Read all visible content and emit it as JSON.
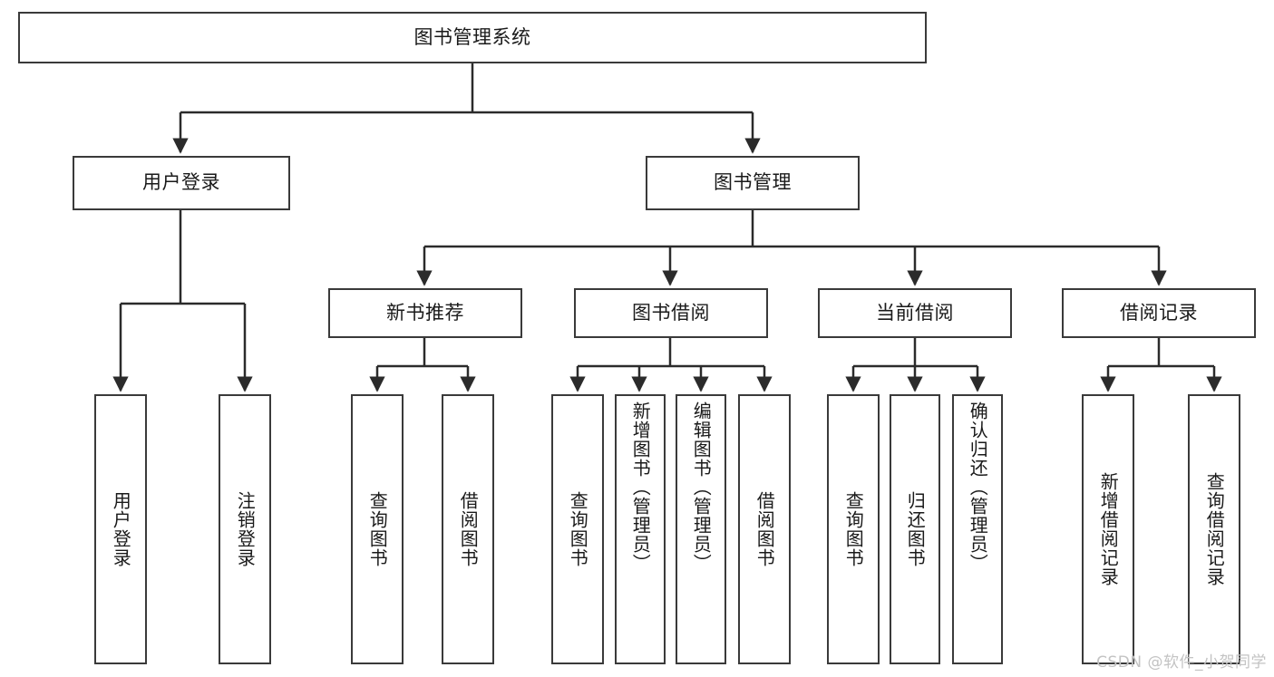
{
  "diagram": {
    "type": "hierarchy-tree",
    "title": "图书管理系统",
    "colors": {
      "border": "#3a3a3a",
      "background": "#ffffff",
      "text": "#1a1a1a",
      "watermark": "#c3c3c3"
    },
    "levels": {
      "root": {
        "label": "图书管理系统"
      },
      "level2": [
        {
          "label": "用户登录"
        },
        {
          "label": "图书管理"
        }
      ],
      "level3": [
        {
          "label": "新书推荐"
        },
        {
          "label": "图书借阅"
        },
        {
          "label": "当前借阅"
        },
        {
          "label": "借阅记录"
        }
      ],
      "leaves": {
        "user_login": [
          {
            "label": "用户登录"
          },
          {
            "label": "注销登录"
          }
        ],
        "new_book_recommend": [
          {
            "label": "查询图书"
          },
          {
            "label": "借阅图书"
          }
        ],
        "book_borrow": [
          {
            "label": "查询图书"
          },
          {
            "label": "新增图书（管理员）"
          },
          {
            "label": "编辑图书（管理员）"
          },
          {
            "label": "借阅图书"
          }
        ],
        "current_borrow": [
          {
            "label": "查询图书"
          },
          {
            "label": "归还图书"
          },
          {
            "label": "确认归还（管理员）"
          }
        ],
        "borrow_record": [
          {
            "label": "新增借阅记录"
          },
          {
            "label": "查询借阅记录"
          }
        ]
      }
    }
  },
  "watermark": {
    "text": "CSDN @软件_小贺同学"
  }
}
